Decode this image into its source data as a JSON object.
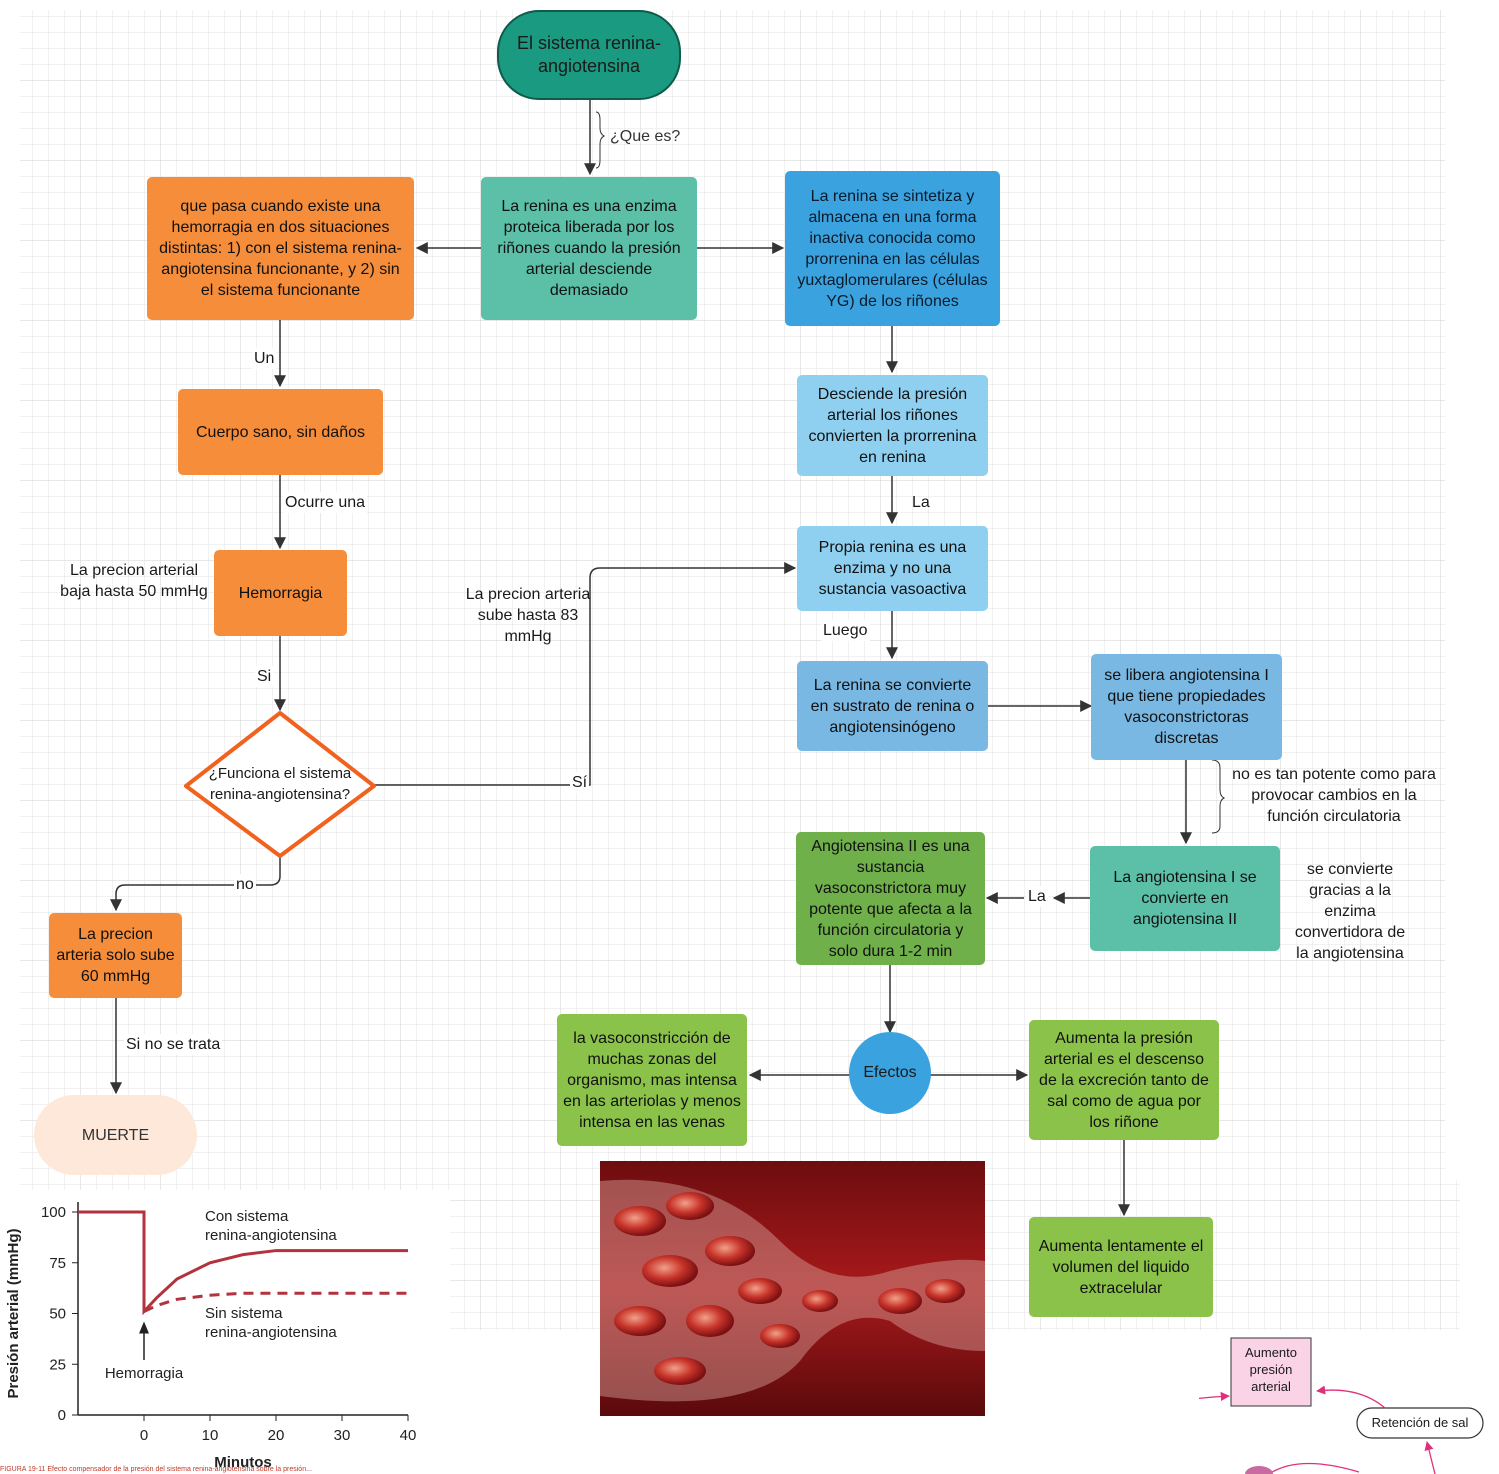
{
  "nodes": {
    "start": "El sistema renina-angiotensina",
    "definition": "La renina es una enzima proteica liberada por los riñones cuando la presión arterial desciende demasiado",
    "hemorrhage_question": "que pasa cuando existe una hemorragia en dos situaciones distintas: 1) con el sistema renina-angiotensina funcionante, y 2) sin el sistema funcionante",
    "synthesis": "La renina se sintetiza y almacena en una forma inactiva conocida como prorrenina en las células yuxtaglomerulares (células YG) de los riñones",
    "conversion": "Desciende la presión arterial los riñones convierten la prorrenina en renina",
    "enzyme": "Propia renina es una enzima y no una sustancia vasoactiva",
    "substrate": "La renina se convierte en sustrato de renina o angiotensinógeno",
    "angiotensin1": "se libera angiotensina I que tiene propiedades vasoconstrictoras discretas",
    "healthy": "Cuerpo sano, sin daños",
    "hemorrhage": "Hemorragia",
    "decision": "¿Funciona el sistema renina-angiotensina?",
    "low_pressure": "La precion arteria solo sube 60 mmHg",
    "death": "MUERTE",
    "angiotensin2_def": "Angiotensina II es una sustancia vasoconstrictora muy potente que afecta a la función circulatoria y solo dura 1-2 min",
    "angiotensin_convert": "La angiotensina I se convierte en angiotensina II",
    "effects": "Efectos",
    "vasoconstriction": "la vasoconstricción de muchas zonas del organismo, mas intensa en las arteriolas y menos intensa en las venas",
    "pressure_increase": "Aumenta la presión arterial es el descenso de la excreción tanto de sal como de agua por los riñone",
    "volume_increase": "Aumenta lentamente el volumen del liquido extracelular"
  },
  "labels": {
    "que_es": "¿Que es?",
    "un": "Un",
    "ocurre_una": "Ocurre una",
    "la": "La",
    "luego": "Luego",
    "si_lower": "Si",
    "si_accent": "Sí",
    "no": "no",
    "si_no_se_trata": "Si no se trata",
    "pressure_drop": "La precion arterial baja hasta 50 mmHg",
    "pressure_rise": "La precion arteria sube hasta 83 mmHg",
    "not_potent": "no es tan potente como para provocar cambios en la función circulatoria",
    "converts_via": "se convierte gracias a la enzima convertidora de la angiotensina",
    "la2": "La"
  },
  "colors": {
    "teal_dark": "#1a9a80",
    "orange": "#f68d3a",
    "teal": "#5cbfa8",
    "blue": "#3aa3df",
    "light_blue": "#8fd0f1",
    "green": "#8bc34a",
    "death_bg": "#fde8da",
    "decision_border": "#f0621e",
    "chart_line": "#b2323d"
  },
  "chart_data": {
    "type": "line",
    "title": "",
    "xlabel": "Minutos",
    "ylabel": "Presión arterial (mmHg)",
    "xlim": [
      -10,
      40
    ],
    "ylim": [
      0,
      100
    ],
    "xticks": [
      0,
      10,
      20,
      30,
      40
    ],
    "yticks": [
      0,
      25,
      50,
      75,
      100
    ],
    "series": [
      {
        "name": "Con sistema renina-angiotensina",
        "style": "solid",
        "x": [
          -10,
          0,
          0,
          2,
          5,
          10,
          15,
          20,
          25,
          30,
          40
        ],
        "y": [
          100,
          100,
          51,
          58,
          67,
          75,
          79,
          81,
          81,
          81,
          81
        ]
      },
      {
        "name": "Sin sistema renina-angiotensina",
        "style": "dashed",
        "x": [
          0,
          2,
          5,
          10,
          15,
          20,
          30,
          40
        ],
        "y": [
          51,
          54,
          57,
          59,
          60,
          60,
          60,
          60
        ]
      }
    ],
    "annotations": [
      "Hemorragia"
    ],
    "caption": "FIGURA 19-11 Efecto compensador de la presión del sistema renina-angiotensina sobre la presión..."
  },
  "mini_diagram": {
    "box1": "Aumento presión arterial",
    "box2": "Retención de sal"
  }
}
